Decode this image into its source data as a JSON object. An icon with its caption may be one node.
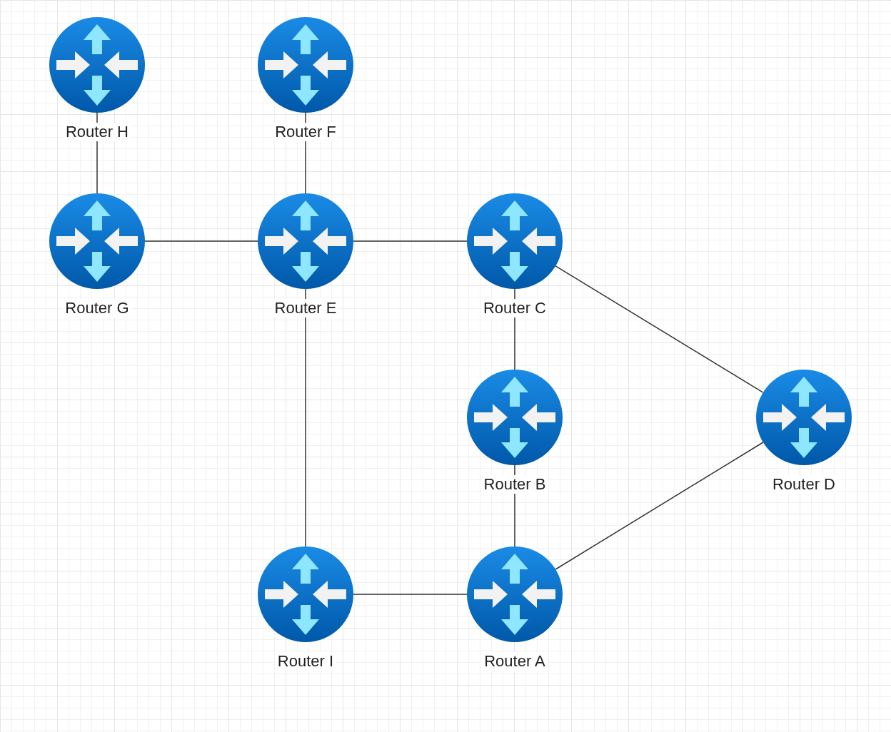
{
  "diagram": {
    "nodes": [
      {
        "text": [
          "Router H"
        ]
      },
      {
        "text": [
          "Router F"
        ]
      },
      {
        "text": [
          "Router G"
        ]
      },
      {
        "text": [
          "Router E"
        ]
      },
      {
        "text": [
          "Router C"
        ]
      },
      {
        "text": [
          "Router B"
        ]
      },
      {
        "text": [
          "Router D"
        ]
      },
      {
        "text": [
          "Router I"
        ]
      },
      {
        "text": [
          "Router A"
        ]
      }
    ],
    "edges": [
      {
        "from": 0,
        "to": 2,
        "arrow": "none"
      },
      {
        "from": 1,
        "to": 3,
        "arrow": "none"
      },
      {
        "from": 2,
        "to": 3,
        "arrow": "none"
      },
      {
        "from": 3,
        "to": 4,
        "arrow": "none"
      },
      {
        "from": 4,
        "to": 5,
        "arrow": "none"
      },
      {
        "from": 4,
        "to": 6,
        "arrow": "none"
      },
      {
        "from": 3,
        "to": 7,
        "arrow": "none"
      },
      {
        "from": 5,
        "to": 8,
        "arrow": "none"
      },
      {
        "from": 7,
        "to": 8,
        "arrow": "none"
      },
      {
        "from": 8,
        "to": 6,
        "arrow": "none"
      }
    ]
  }
}
